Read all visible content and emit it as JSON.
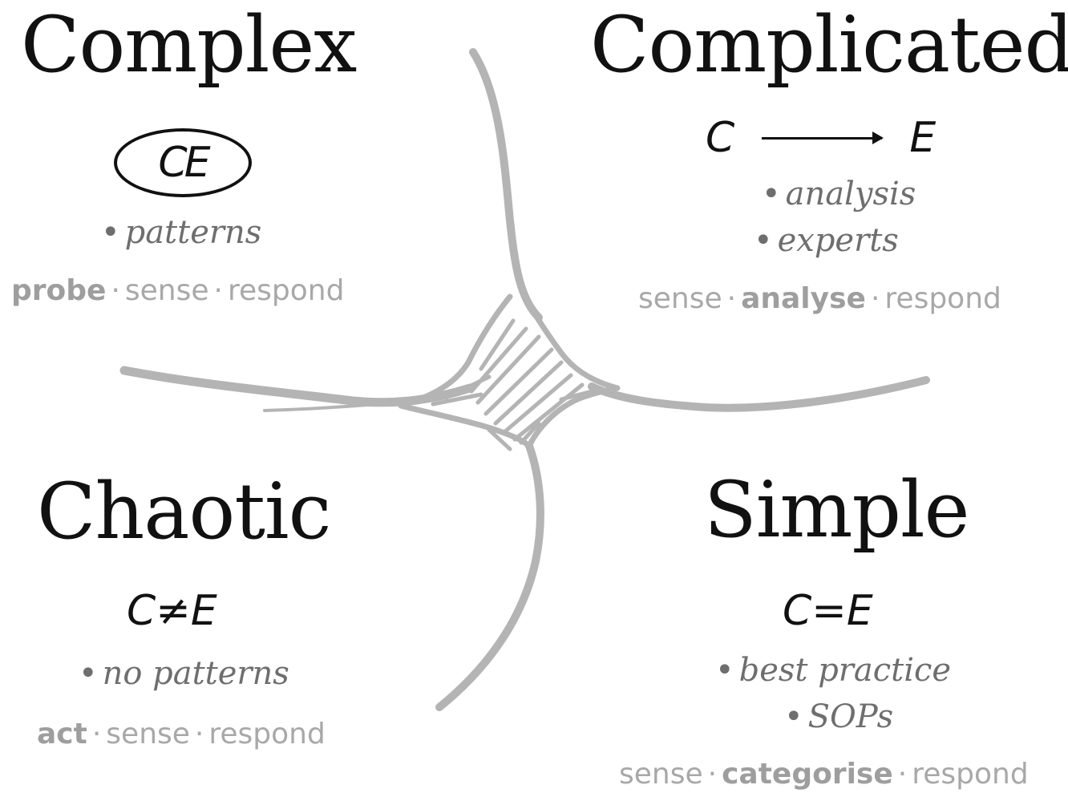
{
  "diagram": {
    "complex": {
      "title": "Complex",
      "relation": "CE",
      "bullets": [
        "patterns"
      ],
      "process": {
        "first": "probe",
        "second": "sense",
        "third": "respond"
      }
    },
    "complicated": {
      "title": "Complicated",
      "cause": "C",
      "effect": "E",
      "bullets": [
        "analysis",
        "experts"
      ],
      "process": {
        "first": "sense",
        "second": "analyse",
        "third": "respond"
      }
    },
    "chaotic": {
      "title": "Chaotic",
      "relation": "C≠E",
      "bullets": [
        "no patterns"
      ],
      "process": {
        "first": "act",
        "second": "sense",
        "third": "respond"
      }
    },
    "simple": {
      "title": "Simple",
      "relation": "C=E",
      "bullets": [
        "best practice",
        "SOPs"
      ],
      "process": {
        "first": "sense",
        "second": "categorise",
        "third": "respond"
      }
    },
    "separator": "·",
    "bullet_mark": "•"
  },
  "colors": {
    "title": "#111111",
    "relation": "#111111",
    "bullet_text": "#6e6e6e",
    "process_text": "#a8a8a8",
    "sketch_lines": "#b4b4b4",
    "background": "#ffffff"
  }
}
